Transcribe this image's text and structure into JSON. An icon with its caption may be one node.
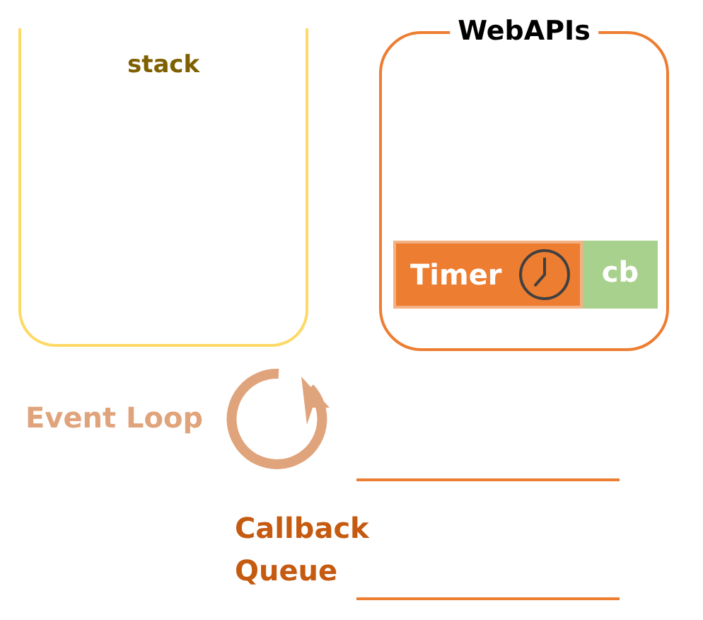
{
  "diagram": {
    "nodes": [
      {
        "text": [
          "stack"
        ]
      },
      {
        "text": [
          "WebAPIs"
        ]
      },
      {
        "text": [
          "Timer"
        ],
        "in": 1
      },
      {
        "text": [
          "cb"
        ],
        "in": 1
      },
      {
        "text": [
          "Callback Queue"
        ]
      }
    ],
    "labels": [
      "Event Loop"
    ]
  }
}
